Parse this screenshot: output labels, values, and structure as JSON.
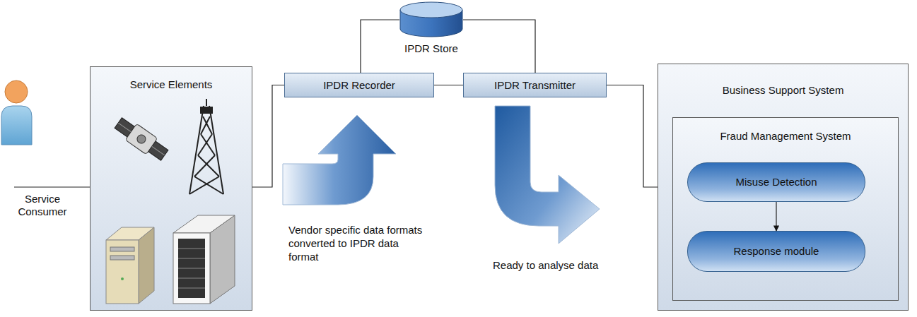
{
  "diagram": {
    "nodes": [
      {
        "text": [
          "Service Consumer"
        ]
      },
      {
        "text": [
          "Service Elements"
        ]
      },
      {
        "text": [
          "IPDR Store"
        ]
      },
      {
        "text": [
          "IPDR Recorder"
        ]
      },
      {
        "text": [
          "IPDR Transmitter"
        ]
      },
      {
        "text": [
          "Business Support System"
        ]
      },
      {
        "text": [
          "Fraud Management System"
        ],
        "in": 5
      },
      {
        "text": [
          "Misuse Detection"
        ],
        "in": 6
      },
      {
        "text": [
          "Response module"
        ],
        "in": 6
      }
    ],
    "edges": [
      {
        "from": 0,
        "to": 1,
        "arrow": "none"
      },
      {
        "from": 1,
        "to": 3,
        "arrow": "none"
      },
      {
        "from": 3,
        "to": 2,
        "arrow": "none"
      },
      {
        "from": 2,
        "to": 4,
        "arrow": "none"
      },
      {
        "from": 3,
        "to": 4,
        "arrow": "none"
      },
      {
        "from": 4,
        "to": 5,
        "arrow": "none"
      },
      {
        "from": 7,
        "to": 8,
        "arrow": "to"
      }
    ],
    "labels": [
      "Vendor specific data formats converted to IPDR data format",
      "Ready to analyse data"
    ]
  }
}
